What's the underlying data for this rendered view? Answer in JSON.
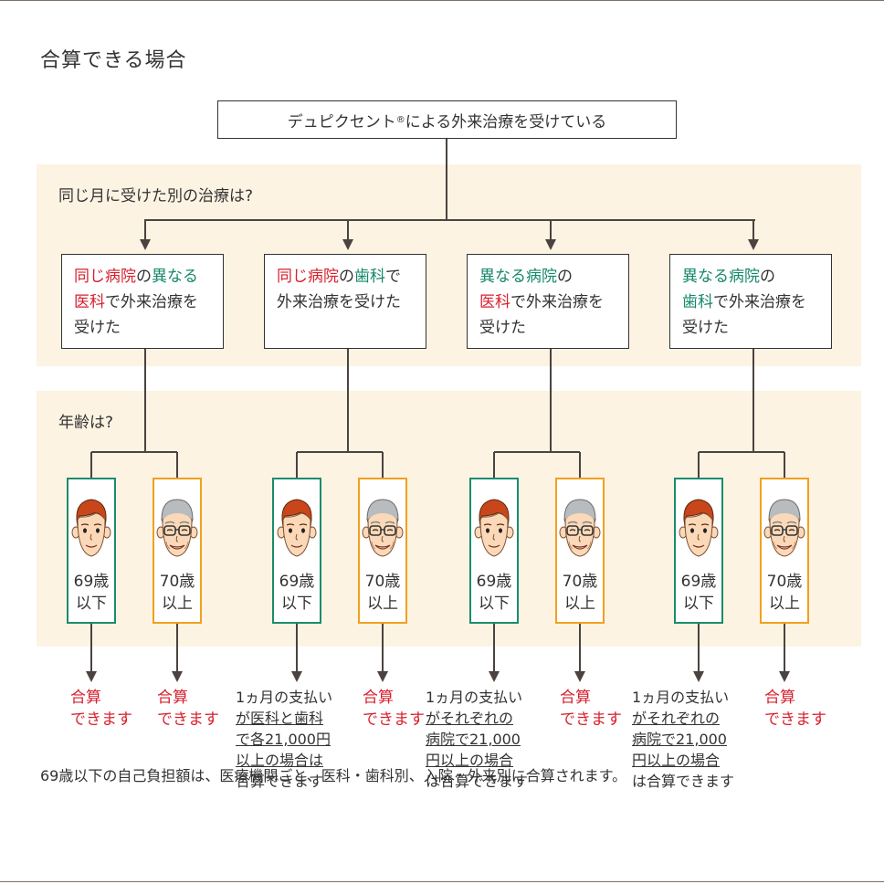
{
  "title": "合算できる場合",
  "top_box": {
    "text": "デュピクセント",
    "reg": "®",
    "text2": "による外来治療を受けている"
  },
  "question1": "同じ月に受けた別の治療は?",
  "question2": "年齢は?",
  "categories": [
    {
      "parts": [
        {
          "t": "同じ病院",
          "c": "red"
        },
        {
          "t": "の",
          "c": ""
        },
        {
          "t": "異なる",
          "c": "green"
        },
        {
          "br": true
        },
        {
          "t": "医科",
          "c": "red"
        },
        {
          "t": "で外来治療を",
          "c": ""
        },
        {
          "br": true
        },
        {
          "t": "受けた",
          "c": ""
        }
      ]
    },
    {
      "parts": [
        {
          "t": "同じ病院",
          "c": "red"
        },
        {
          "t": "の",
          "c": ""
        },
        {
          "t": "歯科",
          "c": "green"
        },
        {
          "t": "で",
          "c": ""
        },
        {
          "br": true
        },
        {
          "t": "外来治療を受けた",
          "c": ""
        }
      ]
    },
    {
      "parts": [
        {
          "t": "異なる病院",
          "c": "green"
        },
        {
          "t": "の",
          "c": ""
        },
        {
          "br": true
        },
        {
          "t": "医科",
          "c": "red"
        },
        {
          "t": "で外来治療を",
          "c": ""
        },
        {
          "br": true
        },
        {
          "t": "受けた",
          "c": ""
        }
      ]
    },
    {
      "parts": [
        {
          "t": "異なる病院",
          "c": "green"
        },
        {
          "t": "の",
          "c": ""
        },
        {
          "br": true
        },
        {
          "t": "歯科",
          "c": "green"
        },
        {
          "t": "で外来治療を",
          "c": ""
        },
        {
          "br": true
        },
        {
          "t": "受けた",
          "c": ""
        }
      ]
    }
  ],
  "age_young": {
    "line1": "69歳",
    "line2": "以下"
  },
  "age_old": {
    "line1": "70歳",
    "line2": "以上"
  },
  "result_ok": {
    "line1": "合算",
    "line2": "できます"
  },
  "notes": [
    {
      "lines": [
        [
          "1ヵ月の支払い",
          ""
        ],
        [
          "が医科と歯科",
          "u"
        ],
        [
          "で各21,000円",
          "u"
        ],
        [
          "以上の場合は",
          "u"
        ],
        [
          "合算できます",
          ""
        ]
      ]
    },
    {
      "lines": [
        [
          "1ヵ月の支払い",
          ""
        ],
        [
          "がそれぞれの",
          "u"
        ],
        [
          "病院で21,000",
          "u"
        ],
        [
          "円以上の場合",
          "u"
        ],
        [
          "は合算できます",
          ""
        ]
      ]
    },
    {
      "lines": [
        [
          "1ヵ月の支払い",
          ""
        ],
        [
          "がそれぞれの",
          "u"
        ],
        [
          "病院で21,000",
          "u"
        ],
        [
          "円以上の場合",
          "u"
        ],
        [
          "は合算できます",
          ""
        ]
      ]
    }
  ],
  "footer": "69歳以下の自己負担額は、医療機関ごと、医科・歯科別、入院・外来別に合算されます。",
  "colors": {
    "red": "#d7202e",
    "green": "#14876a",
    "band": "#fdf3e3",
    "young_border": "#1a8c6d",
    "old_border": "#f0a020",
    "line": "#4a4340"
  }
}
